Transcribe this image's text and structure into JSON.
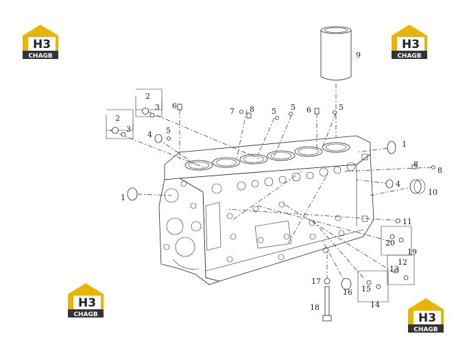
{
  "logos": [
    {
      "mark": "H3",
      "word": "CHAGB",
      "color": "#e8b400"
    },
    {
      "mark": "H3",
      "word": "CHAGB",
      "color": "#e8b400"
    },
    {
      "mark": "H3",
      "word": "CHAGB",
      "color": "#e8b400"
    },
    {
      "mark": "H3",
      "word": "CHAGB",
      "color": "#e8b400"
    }
  ],
  "callouts": [
    {
      "id": "c1a",
      "text": "1"
    },
    {
      "id": "c1b",
      "text": "1"
    },
    {
      "id": "c2a",
      "text": "2"
    },
    {
      "id": "c2b",
      "text": "2"
    },
    {
      "id": "c3a",
      "text": "3"
    },
    {
      "id": "c3b",
      "text": "3"
    },
    {
      "id": "c4a",
      "text": "4"
    },
    {
      "id": "c4b",
      "text": "4"
    },
    {
      "id": "c5a",
      "text": "5"
    },
    {
      "id": "c5b",
      "text": "5"
    },
    {
      "id": "c5c",
      "text": "5"
    },
    {
      "id": "c5d",
      "text": "5"
    },
    {
      "id": "c6a",
      "text": "6"
    },
    {
      "id": "c6b",
      "text": "6"
    },
    {
      "id": "c7",
      "text": "7"
    },
    {
      "id": "c8a",
      "text": "8"
    },
    {
      "id": "c8b",
      "text": "8"
    },
    {
      "id": "c8c",
      "text": "8"
    },
    {
      "id": "c9",
      "text": "9"
    },
    {
      "id": "c10",
      "text": "10"
    },
    {
      "id": "c11",
      "text": "11"
    },
    {
      "id": "c12",
      "text": "12"
    },
    {
      "id": "c13",
      "text": "13"
    },
    {
      "id": "c14",
      "text": "14"
    },
    {
      "id": "c15",
      "text": "15"
    },
    {
      "id": "c16",
      "text": "16"
    },
    {
      "id": "c17",
      "text": "17"
    },
    {
      "id": "c18",
      "text": "18"
    },
    {
      "id": "c19",
      "text": "19"
    },
    {
      "id": "c20",
      "text": "20"
    }
  ]
}
